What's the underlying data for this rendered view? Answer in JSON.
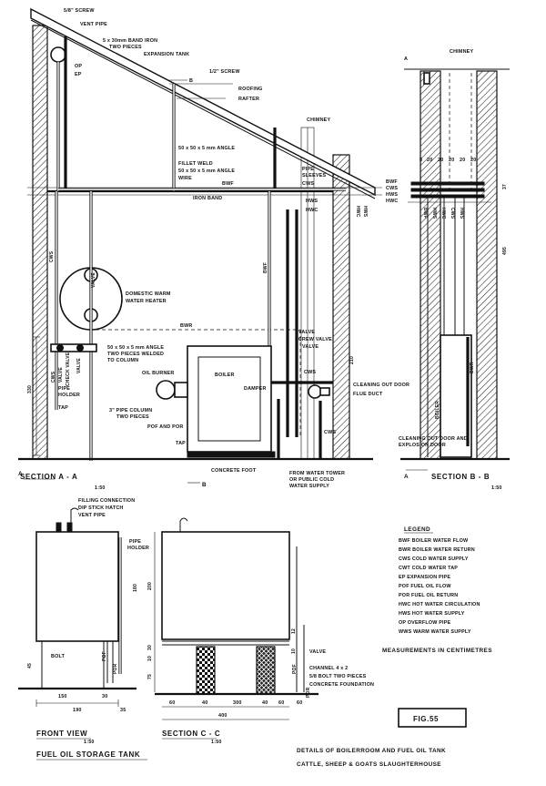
{
  "section_aa": {
    "title": "SECTION A - A",
    "scale": "1:50",
    "cut_a": "A",
    "cut_b": "B",
    "labels": {
      "screw_top": "5/8\" SCREW",
      "vent_pipe": "VENT PIPE",
      "band_iron_1": "5 x 30mm BAND IRON",
      "band_iron_2": "TWO PIECES",
      "expansion_tank": "EXPANSION TANK",
      "op": "OP",
      "ep": "EP",
      "screw_half": "1/2\" SCREW",
      "roofing": "ROOFING",
      "rafter": "RAFTER",
      "chimney": "CHIMNEY",
      "angle_50": "50 x 50 x 5 mm ANGLE",
      "fillet_weld": "FILLET WELD",
      "angle_50b": "50 x 50 x 5 mm ANGLE",
      "wire": "WIRE",
      "pipe_sleeves_1": "PIPE",
      "pipe_sleeves_2": "SLEEVES",
      "cws_top": "CWS",
      "bwf_top": "BWF",
      "iron_band": "IRON BAND",
      "hws": "HWS",
      "hwc": "HWC",
      "cws_left": "CWS",
      "valve_heater": "VALVE",
      "heater_1": "DOMESTIC WARM",
      "heater_2": "WATER HEATER",
      "bwf_mid": "BWF",
      "bwr": "BWR",
      "angle_col_1": "50 x 50 x 5 mm ANGLE",
      "angle_col_2": "TWO PIECES WELDED",
      "angle_col_3": "TO COLUMN",
      "valve_r": "VALVE",
      "screw_valve": "SCREW VALVE",
      "valve_r2": "VALVE",
      "cws_valve": "CWS",
      "valve_v": "VALVE",
      "check_valve": "CHECK VALVE",
      "valve_v2": "VALVE",
      "oil_burner": "OIL BURNER",
      "boiler": "BOILER",
      "damper": "DAMPER",
      "cws_boiler": "CWS",
      "cleaning_out_door": "CLEANING OUT DOOR",
      "flue_duct": "FLUE DUCT",
      "pipe_holder_1": "PIPE",
      "pipe_holder_2": "HOLDER",
      "tap": "TAP",
      "column_1": "3\" PIPE COLUMN",
      "column_2": "TWO PIECES",
      "pof_por": "POF AND POR",
      "tap2": "TAP",
      "cws_low": "CWS",
      "concrete_foot": "CONCRETE FOOT",
      "water_tower_1": "FROM WATER TOWER",
      "water_tower_2": "OR PUBLIC COLD",
      "water_tower_3": "WATER SUPPLY",
      "hwc_wall": "HWC",
      "hws_wall": "HWS",
      "dim_height": "330",
      "dim_side": "210"
    }
  },
  "section_bb": {
    "title": "SECTION B - B",
    "scale": "1:50",
    "cut": "A",
    "chimney": "CHIMNEY",
    "dims": [
      "8",
      "20",
      "20",
      "20",
      "20",
      "20"
    ],
    "dim_right_1": "37",
    "dim_right_2": "495",
    "pipe_labels": [
      "BWF",
      "CWS",
      "HWS",
      "HWC"
    ],
    "vert_labels": [
      "BWF",
      "HWS",
      "HWC",
      "CWS",
      "HWS"
    ],
    "bwr": "BWR",
    "boiler": "BOILER",
    "cleaning_1": "CLEANING OUT DOOR AND",
    "cleaning_2": "EXPLOSION DOOR"
  },
  "front_view": {
    "title": "FRONT VIEW",
    "scale": "1:50",
    "filling_connection": "FILLING CONNECTION",
    "dip_stick": "DIP STICK HATCH",
    "vent_pipe": "VENT PIPE",
    "pipe_holder_1": "PIPE",
    "pipe_holder_2": "HOLDER",
    "bolt": "BOLT",
    "pof": "POF",
    "por": "POR",
    "dims_bottom": [
      "150",
      "30",
      "190",
      "35"
    ],
    "dims_side": [
      "45",
      "180"
    ]
  },
  "section_cc": {
    "title": "SECTION C - C",
    "scale": "1:50",
    "dims_bottom": [
      "60",
      "60",
      "40",
      "300",
      "40",
      "60",
      "400"
    ],
    "dims_left": [
      "200",
      "30",
      "10",
      "75"
    ],
    "dims_right": [
      "12",
      "10"
    ],
    "valve": "VALVE",
    "channel": "CHANNEL 4 x 2",
    "bolt": "5/8 BOLT TWO PIECES",
    "concrete": "CONCRETE FOUNDATION",
    "pof": "POF",
    "por": "POR"
  },
  "tank_title": "FUEL OIL STORAGE TANK",
  "legend": {
    "title": "LEGEND",
    "items": [
      "BWF  BOILER WATER FLOW",
      "BWR  BOILER WATER RETURN",
      "CWS  COLD WATER SUPPLY",
      "CWT  COLD WATER TAP",
      "EP  EXPANSION PIPE",
      "POF  FUEL OIL FLOW",
      "POR  FUEL OIL RETURN",
      "HWC  HOT WATER CIRCULATION",
      "HWS  HOT WATER SUPPLY",
      "OP  OVERFLOW PIPE",
      "WWS  WARM WATER SUPPLY"
    ]
  },
  "measurements": "MEASUREMENTS IN CENTIMETRES",
  "fig": "FIG.55",
  "caption_1": "DETAILS OF BOILERROOM AND FUEL OIL TANK",
  "caption_2": "CATTLE, SHEEP & GOATS SLAUGHTERHOUSE"
}
